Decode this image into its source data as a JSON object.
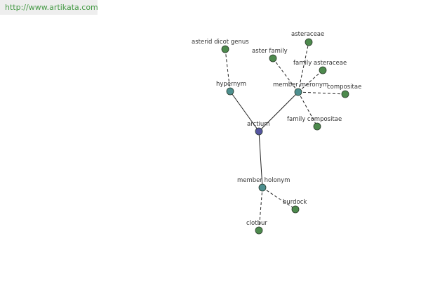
{
  "header": {
    "url_text": "http://www.artikata.com"
  },
  "colors": {
    "center_node": "#5555a0",
    "relation_node": "#4d8f8f",
    "leaf_node": "#4d8a4d",
    "url_text": "#449944",
    "url_bg": "#eeeeee"
  },
  "graph": {
    "center": {
      "id": "arctium",
      "label": "arctium"
    },
    "relations": [
      {
        "id": "hypernym",
        "label": "hypernym"
      },
      {
        "id": "member-meronym",
        "label": "member meronym"
      },
      {
        "id": "member-holonym",
        "label": "member holonym"
      }
    ],
    "leaves": [
      {
        "id": "asterid-dicot-genus",
        "label": "asterid dicot genus",
        "parent": "hypernym"
      },
      {
        "id": "aster-family",
        "label": "aster family",
        "parent": "member-meronym"
      },
      {
        "id": "asteraceae",
        "label": "asteraceae",
        "parent": "member-meronym"
      },
      {
        "id": "family-asteraceae",
        "label": "family asteraceae",
        "parent": "member-meronym"
      },
      {
        "id": "compositae",
        "label": "compositae",
        "parent": "member-meronym"
      },
      {
        "id": "family-compositae",
        "label": "family compositae",
        "parent": "member-meronym"
      },
      {
        "id": "burdock",
        "label": "burdock",
        "parent": "member-holonym"
      },
      {
        "id": "clotbur",
        "label": "clotbur",
        "parent": "member-holonym"
      }
    ]
  }
}
